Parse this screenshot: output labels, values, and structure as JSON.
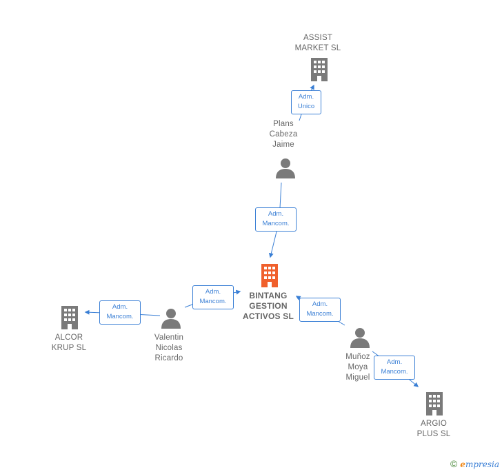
{
  "nodes": {
    "assist": {
      "name": "ASSIST\nMARKET  SL",
      "type": "company"
    },
    "plans": {
      "name": "Plans\nCabeza\nJaime",
      "type": "person"
    },
    "bintang": {
      "name": "BINTANG\nGESTION\nACTIVOS  SL",
      "type": "company-main"
    },
    "valentin": {
      "name": "Valentin\nNicolas\nRicardo",
      "type": "person"
    },
    "alcor": {
      "name": "ALCOR\nKRUP  SL",
      "type": "company"
    },
    "munoz": {
      "name": "Muñoz\nMoya\nMiguel",
      "type": "person"
    },
    "argio": {
      "name": "ARGIO\nPLUS  SL",
      "type": "company"
    }
  },
  "edges": {
    "plans_assist": "Adm.\nUnico",
    "plans_bintang": "Adm.\nMancom.",
    "valentin_bintang": "Adm.\nMancom.",
    "valentin_alcor": "Adm.\nMancom.",
    "munoz_bintang": "Adm.\nMancom.",
    "munoz_argio": "Adm.\nMancom."
  },
  "colors": {
    "edge": "#3a7fd5",
    "icon": "#7a7a7a",
    "main_icon": "#f0602c"
  },
  "icons": {
    "company": "building-icon",
    "person": "person-icon"
  },
  "footer": {
    "copyright": "©",
    "brand_initial": "e",
    "brand_rest": "mpresia"
  }
}
